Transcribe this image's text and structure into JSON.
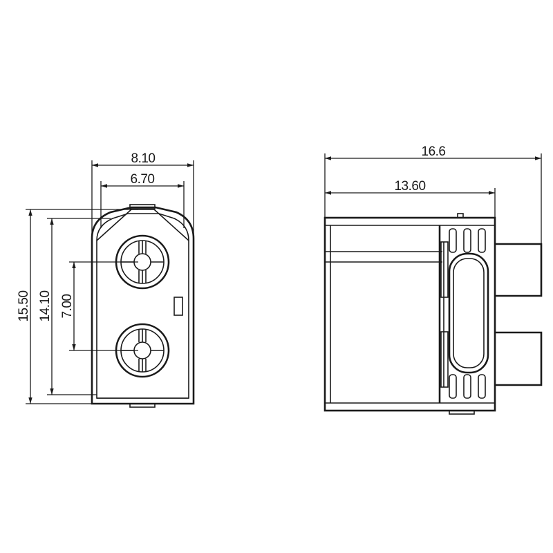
{
  "front_view": {
    "dims": {
      "width_outer": "8.10",
      "width_inner": "6.70",
      "height_outer": "15.50",
      "height_inner": "14.10",
      "pin_pitch": "7.00"
    }
  },
  "side_view": {
    "dims": {
      "length_total": "16.6",
      "length_body": "13.60"
    }
  },
  "colors": {
    "line": "#1a1a1a",
    "background": "#ffffff"
  }
}
